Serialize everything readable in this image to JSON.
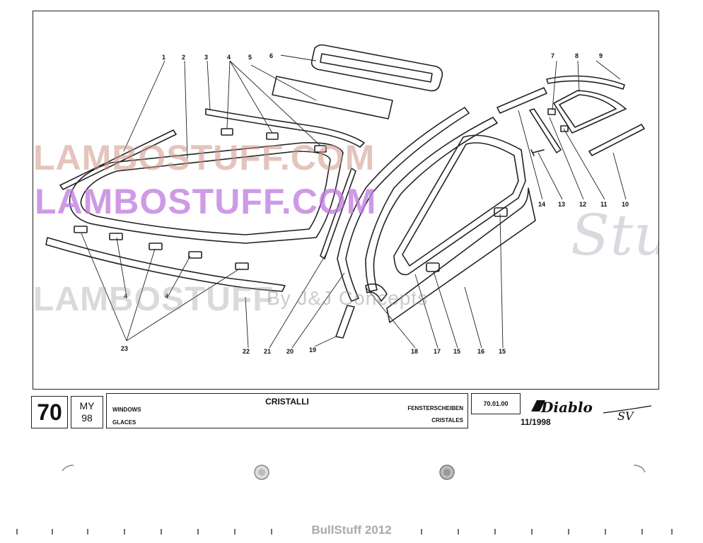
{
  "diagram": {
    "callouts": {
      "n1": "1",
      "n2": "2",
      "n3": "3",
      "n4a": "4",
      "n5": "5",
      "n6": "6",
      "n7": "7",
      "n8": "8",
      "n9": "9",
      "n10": "10",
      "n11": "11",
      "n12": "12",
      "n13": "13",
      "n14": "14",
      "n15a": "15",
      "n15b": "15",
      "n16": "16",
      "n17": "17",
      "n18": "18",
      "n19": "19",
      "n20": "20",
      "n21": "21",
      "n22": "22",
      "n23": "23",
      "n4b": "4",
      "n4c": "4"
    }
  },
  "watermarks": {
    "w1": "LAMBOSTUFF.COM",
    "w2": "LAMBOSTUFF.COM",
    "w3": "LAMBOSTUFF",
    "w4": "By J&J Concepts",
    "w5": "Stuff"
  },
  "title_block": {
    "page_number": "70",
    "model_year_line1": "MY",
    "model_year_line2": "98",
    "title": "CRISTALLI",
    "lang_en": "WINDOWS",
    "lang_fr": "GLACES",
    "lang_de": "FENSTERSCHEIBEN",
    "lang_es": "CRISTALES",
    "code": "70.01.00",
    "date": "11/1998",
    "logo_text": "Diablo",
    "logo_sub": "SV"
  },
  "footer": {
    "text": "BullStuff 2012"
  }
}
